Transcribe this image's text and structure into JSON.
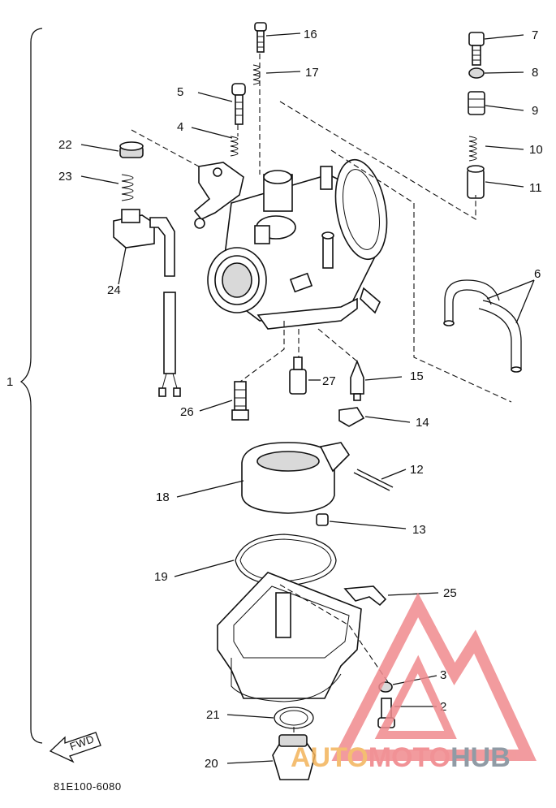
{
  "callouts": {
    "c1": "1",
    "c2": "2",
    "c3": "3",
    "c4": "4",
    "c5": "5",
    "c6": "6",
    "c7": "7",
    "c8": "8",
    "c9": "9",
    "c10": "10",
    "c11": "11",
    "c12": "12",
    "c13": "13",
    "c14": "14",
    "c15": "15",
    "c16": "16",
    "c17": "17",
    "c18": "18",
    "c19": "19",
    "c20": "20",
    "c21": "21",
    "c22": "22",
    "c23": "23",
    "c24": "24",
    "c25": "25",
    "c26": "26",
    "c27": "27"
  },
  "arrow": {
    "fwd_label": "FWD"
  },
  "drawing_code": "81E100-6080",
  "watermark": {
    "part1": "AUTO",
    "part2": "MOTO",
    "part3": "HUB"
  },
  "colors": {
    "line": "#111111",
    "watermark_red": "#ef7f84",
    "watermark_orange": "#f3b35a",
    "watermark_gray": "#7d8a96"
  }
}
